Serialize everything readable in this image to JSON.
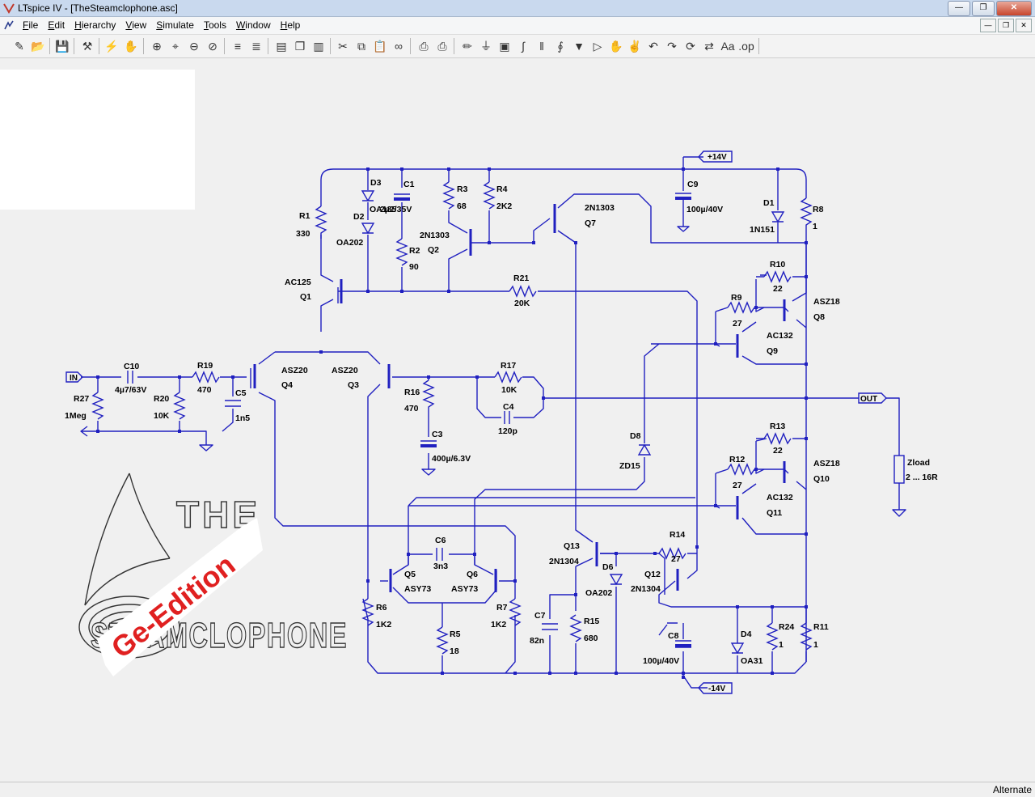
{
  "window": {
    "title": "LTspice IV - [TheSteamclophone.asc]"
  },
  "menu": [
    "File",
    "Edit",
    "Hierarchy",
    "View",
    "Simulate",
    "Tools",
    "Window",
    "Help"
  ],
  "status": {
    "mode": "Alternate"
  },
  "logo": {
    "line1": "THE",
    "line2": "STEAMCLOPHONE",
    "stamp": "Ge-Edition"
  },
  "ports": {
    "in": "IN",
    "out": "OUT",
    "vpos": "+14V",
    "vneg": "-14V"
  },
  "labels": {
    "R1": "R1",
    "R1v": "330",
    "R2": "R2",
    "R2v": "90",
    "R3": "R3",
    "R3v": "68",
    "R4": "R4",
    "R4v": "2K2",
    "R6": "R6",
    "R6v": "1K2",
    "R7": "R7",
    "R7v": "1K2",
    "R5": "R5",
    "R5v": "18",
    "R8": "R8",
    "R8v": "1",
    "R9": "R9",
    "R9v": "27",
    "R10": "R10",
    "R10v": "22",
    "R11": "R11",
    "R11v": "1",
    "R12": "R12",
    "R12v": "27",
    "R13": "R13",
    "R13v": "22",
    "R14": "R14",
    "R14v": "27",
    "R15": "R15",
    "R15v": "680",
    "R16": "R16",
    "R16v": "470",
    "R17": "R17",
    "R17v": "10K",
    "R19": "R19",
    "R19v": "470",
    "R20": "R20",
    "R20v": "10K",
    "R21": "R21",
    "R21v": "20K",
    "R24": "R24",
    "R24v": "1",
    "R27": "R27",
    "R27v": "1Meg",
    "C1": "C1",
    "C1v": "2µ2/35V",
    "C3": "C3",
    "C3v": "400µ/6.3V",
    "C4": "C4",
    "C4v": "120p",
    "C5": "C5",
    "C5v": "1n5",
    "C6": "C6",
    "C6v": "3n3",
    "C7": "C7",
    "C7v": "82n",
    "C8": "C8",
    "C8v": "100µ/40V",
    "C9": "C9",
    "C9v": "100µ/40V",
    "C10": "C10",
    "C10v": "4µ7/63V",
    "D1": "D1",
    "D1v": "1N151",
    "D2": "D2",
    "D2v": "OA202",
    "D3": "D3",
    "D3v": "OA185",
    "D4": "D4",
    "D4v": "OA31",
    "D6": "D6",
    "D6v": "OA202",
    "D8": "D8",
    "D8v": "ZD15",
    "Q1": "Q1",
    "Q1v": "AC125",
    "Q2": "Q2",
    "Q2v": "2N1303",
    "Q3": "Q3",
    "Q3v": "ASZ20",
    "Q4": "Q4",
    "Q4v": "ASZ20",
    "Q5": "Q5",
    "Q5v": "ASY73",
    "Q6": "Q6",
    "Q6v": "ASY73",
    "Q7": "Q7",
    "Q7v": "2N1303",
    "Q8": "Q8",
    "Q8v": "ASZ18",
    "Q9": "Q9",
    "Q9v": "AC132",
    "Q10": "Q10",
    "Q10v": "ASZ18",
    "Q11": "Q11",
    "Q11v": "AC132",
    "Q12": "Q12",
    "Q12v": "2N1304",
    "Q13": "Q13",
    "Q13v": "2N1304",
    "Zload": "Zload",
    "Zloadv": "2 ... 16R"
  }
}
